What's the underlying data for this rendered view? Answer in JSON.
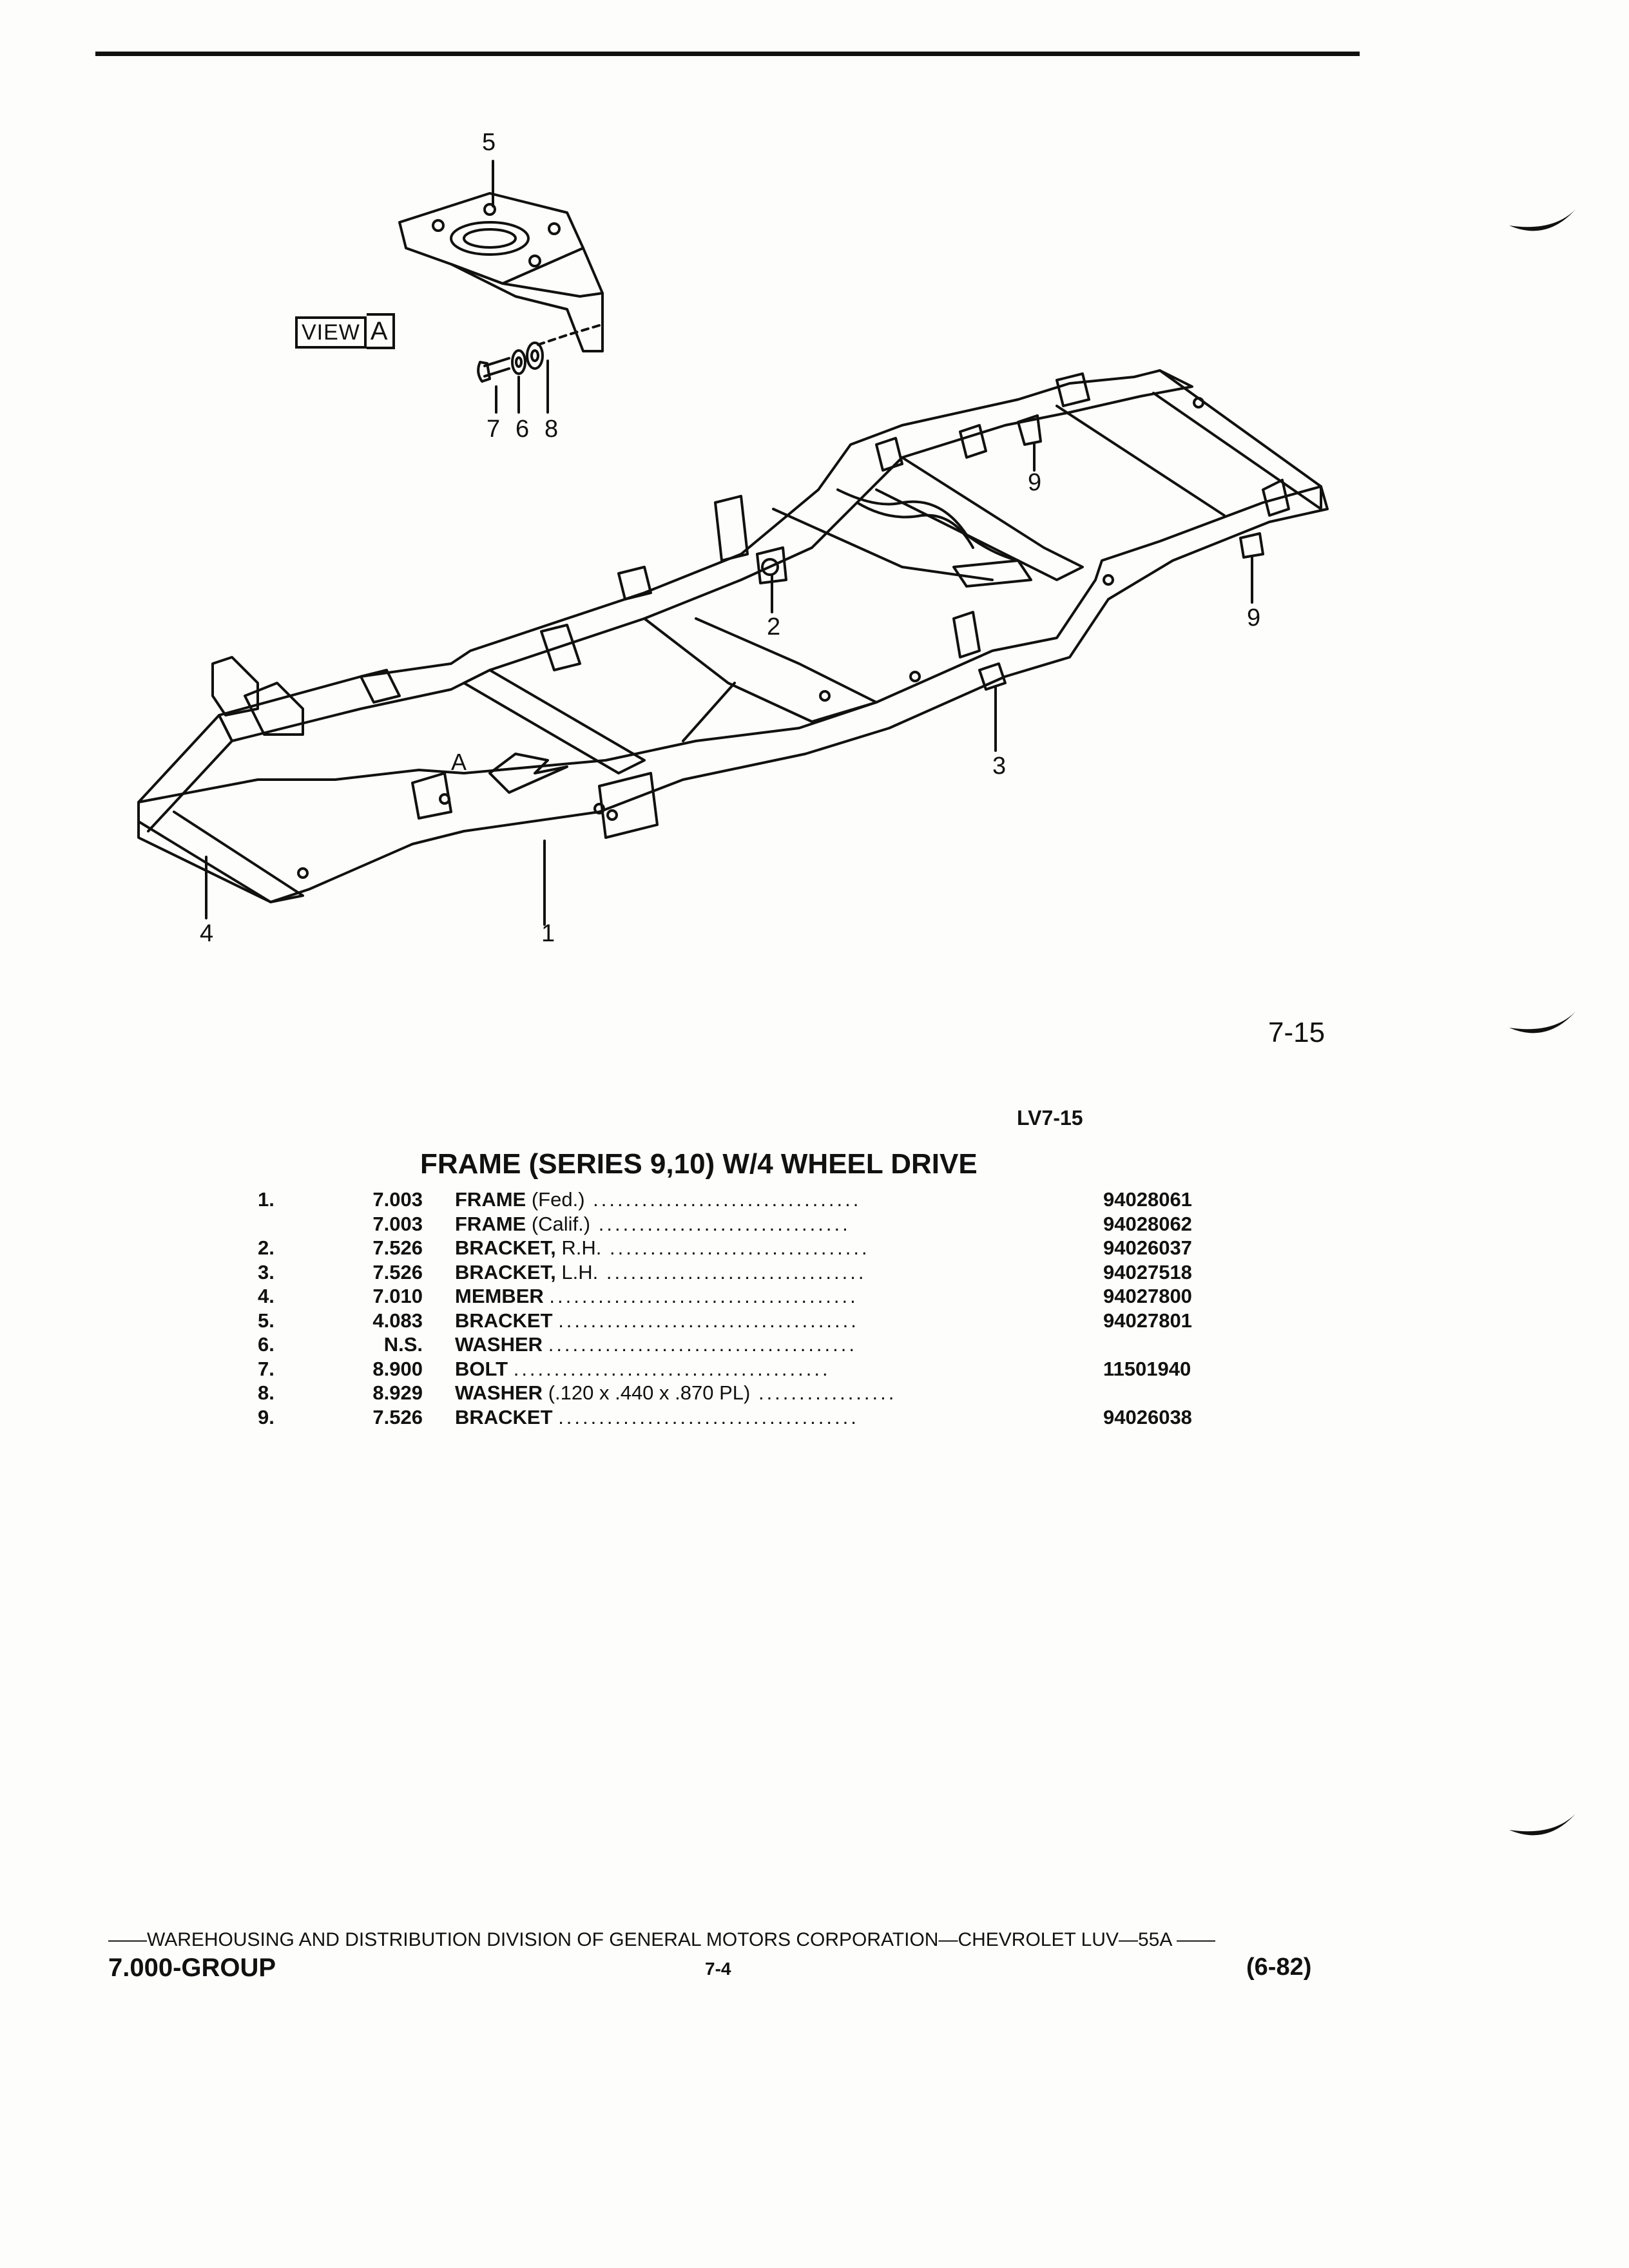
{
  "figure": {
    "view_label": "VIEW",
    "view_letter": "A",
    "area_letter": "A",
    "figure_number": "7-15",
    "figure_code": "LV7-15",
    "callouts": [
      "5",
      "7",
      "6",
      "8",
      "9",
      "2",
      "9",
      "3",
      "4",
      "1"
    ]
  },
  "parts_list": {
    "title": "FRAME (SERIES 9,10) W/4 WHEEL DRIVE",
    "rows": [
      {
        "no": "1.",
        "code": "7.003",
        "name": "FRAME",
        "detail": "(Fed.)",
        "part_number": "94028061"
      },
      {
        "no": "",
        "code": "7.003",
        "name": "FRAME",
        "detail": "(Calif.)",
        "part_number": "94028062"
      },
      {
        "no": "2.",
        "code": "7.526",
        "name": "BRACKET,",
        "detail": "R.H.",
        "part_number": "94026037"
      },
      {
        "no": "3.",
        "code": "7.526",
        "name": "BRACKET,",
        "detail": "L.H.",
        "part_number": "94027518"
      },
      {
        "no": "4.",
        "code": "7.010",
        "name": "MEMBER",
        "detail": "",
        "part_number": "94027800"
      },
      {
        "no": "5.",
        "code": "4.083",
        "name": "BRACKET",
        "detail": "",
        "part_number": "94027801"
      },
      {
        "no": "6.",
        "code": "N.S.",
        "name": "WASHER",
        "detail": "",
        "part_number": ""
      },
      {
        "no": "7.",
        "code": "8.900",
        "name": "BOLT",
        "detail": "",
        "part_number": "11501940"
      },
      {
        "no": "8.",
        "code": "8.929",
        "name": "WASHER",
        "detail": "(.120 x .440 x .870 PL)",
        "part_number": ""
      },
      {
        "no": "9.",
        "code": "7.526",
        "name": "BRACKET",
        "detail": "",
        "part_number": "94026038"
      }
    ]
  },
  "footer": {
    "line": "——WAREHOUSING AND DISTRIBUTION  DIVISION OF GENERAL MOTORS CORPORATION—CHEVROLET LUV—55A  ——",
    "group": "7.000-GROUP",
    "page": "7-4",
    "date": "(6-82)"
  }
}
